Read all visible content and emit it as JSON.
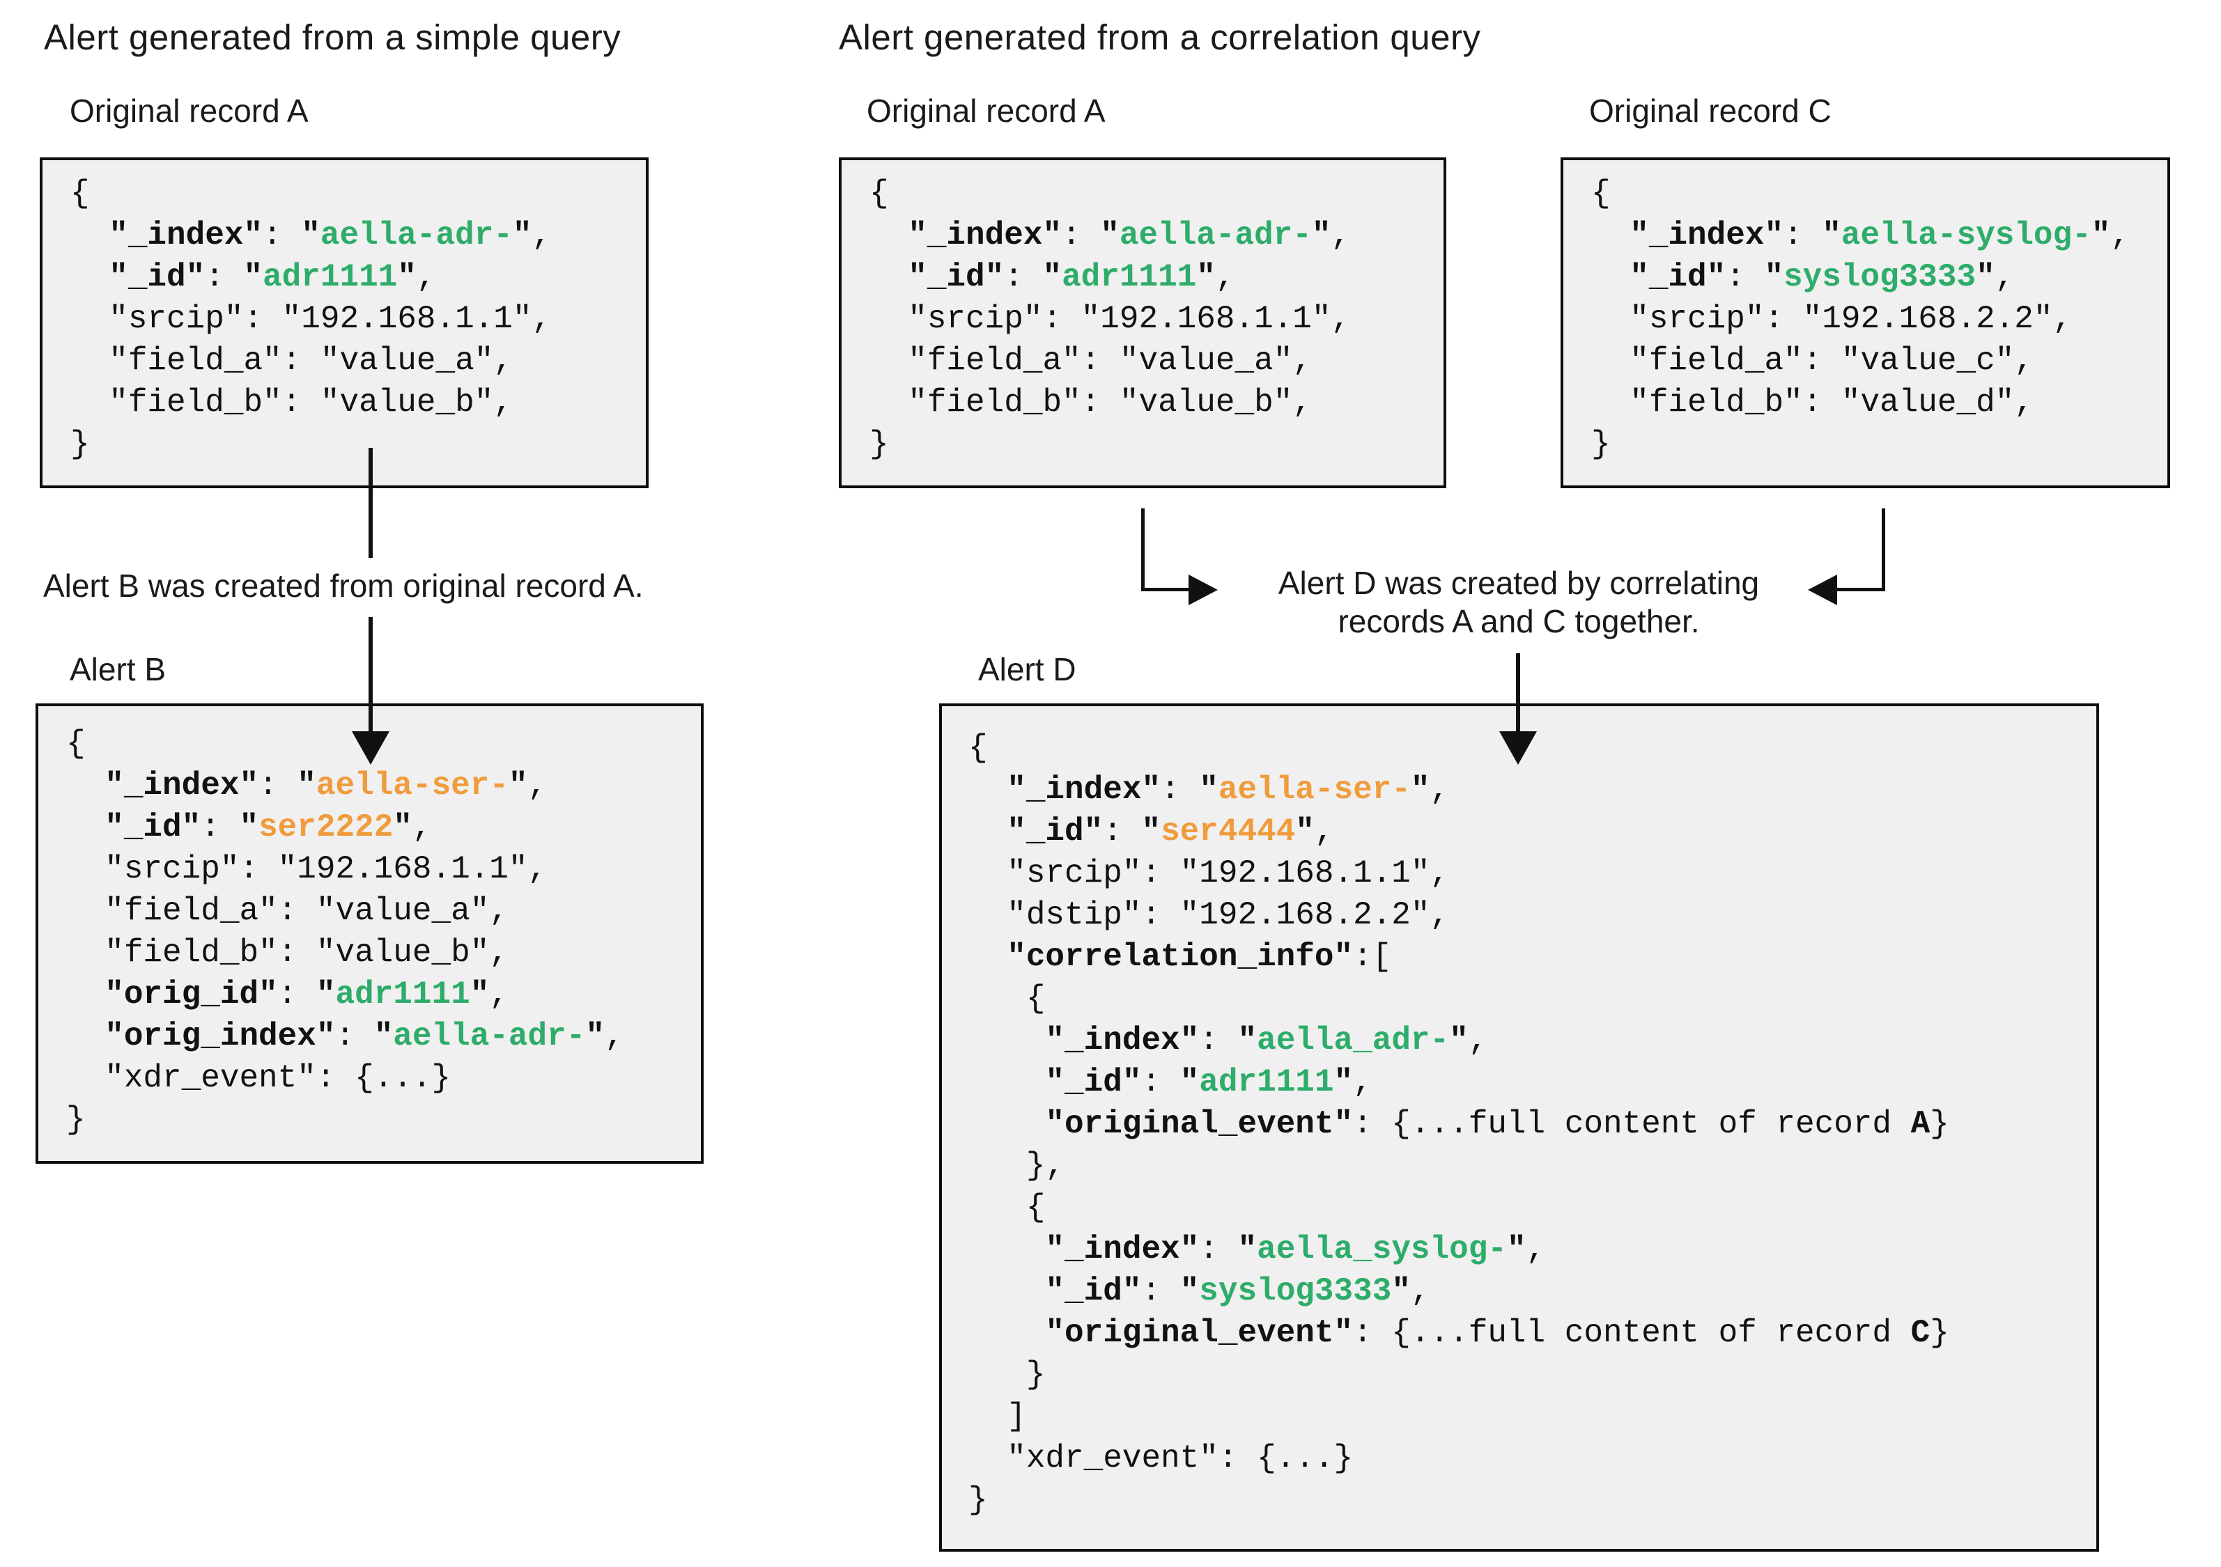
{
  "colors": {
    "green": "#2EAC6A",
    "orange": "#F09C3C",
    "ink": "#111111",
    "caption": "#1A1A1A",
    "box_bg": "#F0F0F0",
    "box_border": "#0D0D0D"
  },
  "left": {
    "title": "Alert generated from a simple query",
    "record_a_label": "Original record A",
    "alert_b_label": "Alert B",
    "caption": "Alert B was created from original record A."
  },
  "right": {
    "title": "Alert generated from a correlation query",
    "record_a_label": "Original record A",
    "record_c_label": "Original record C",
    "alert_d_label": "Alert D",
    "caption": "Alert D was created by correlating\nrecords A and C together."
  },
  "json": {
    "record_a": [
      [
        [
          "p",
          "{"
        ]
      ],
      [
        [
          "k",
          "  \"_index\""
        ],
        [
          "p",
          ": "
        ],
        [
          "k",
          "\""
        ],
        [
          "g",
          "aella-adr-"
        ],
        [
          "k",
          "\""
        ],
        [
          "p",
          ","
        ]
      ],
      [
        [
          "k",
          "  \"_id\""
        ],
        [
          "p",
          ": "
        ],
        [
          "k",
          "\""
        ],
        [
          "g",
          "adr1111"
        ],
        [
          "k",
          "\""
        ],
        [
          "p",
          ","
        ]
      ],
      [
        [
          "p",
          "  \"srcip\": \"192.168.1.1\","
        ]
      ],
      [
        [
          "p",
          "  \"field_a\": \"value_a\","
        ]
      ],
      [
        [
          "p",
          "  \"field_b\": \"value_b\","
        ]
      ],
      [
        [
          "p",
          "}"
        ]
      ]
    ],
    "record_c": [
      [
        [
          "p",
          "{"
        ]
      ],
      [
        [
          "k",
          "  \"_index\""
        ],
        [
          "p",
          ": "
        ],
        [
          "k",
          "\""
        ],
        [
          "g",
          "aella-syslog-"
        ],
        [
          "k",
          "\""
        ],
        [
          "p",
          ","
        ]
      ],
      [
        [
          "k",
          "  \"_id\""
        ],
        [
          "p",
          ": "
        ],
        [
          "k",
          "\""
        ],
        [
          "g",
          "syslog3333"
        ],
        [
          "k",
          "\""
        ],
        [
          "p",
          ","
        ]
      ],
      [
        [
          "p",
          "  \"srcip\": \"192.168.2.2\","
        ]
      ],
      [
        [
          "p",
          "  \"field_a\": \"value_c\","
        ]
      ],
      [
        [
          "p",
          "  \"field_b\": \"value_d\","
        ]
      ],
      [
        [
          "p",
          "}"
        ]
      ]
    ],
    "alert_b": [
      [
        [
          "p",
          "{"
        ]
      ],
      [
        [
          "k",
          "  \"_index\""
        ],
        [
          "p",
          ": "
        ],
        [
          "k",
          "\""
        ],
        [
          "o",
          "aella-ser-"
        ],
        [
          "k",
          "\""
        ],
        [
          "p",
          ","
        ]
      ],
      [
        [
          "k",
          "  \"_id\""
        ],
        [
          "p",
          ": "
        ],
        [
          "k",
          "\""
        ],
        [
          "o",
          "ser2222"
        ],
        [
          "k",
          "\""
        ],
        [
          "p",
          ","
        ]
      ],
      [
        [
          "p",
          "  \"srcip\": \"192.168.1.1\","
        ]
      ],
      [
        [
          "p",
          "  \"field_a\": \"value_a\","
        ]
      ],
      [
        [
          "p",
          "  \"field_b\": \"value_b\","
        ]
      ],
      [
        [
          "k",
          "  \"orig_id\""
        ],
        [
          "p",
          ": "
        ],
        [
          "k",
          "\""
        ],
        [
          "g",
          "adr1111"
        ],
        [
          "k",
          "\""
        ],
        [
          "p",
          ","
        ]
      ],
      [
        [
          "k",
          "  \"orig_index\""
        ],
        [
          "p",
          ": "
        ],
        [
          "k",
          "\""
        ],
        [
          "g",
          "aella-adr-"
        ],
        [
          "k",
          "\""
        ],
        [
          "p",
          ","
        ]
      ],
      [
        [
          "p",
          "  \"xdr_event\": {...}"
        ]
      ],
      [
        [
          "p",
          "}"
        ]
      ]
    ],
    "alert_d": [
      [
        [
          "p",
          "{"
        ]
      ],
      [
        [
          "k",
          "  \"_index\""
        ],
        [
          "p",
          ": "
        ],
        [
          "k",
          "\""
        ],
        [
          "o",
          "aella-ser-"
        ],
        [
          "k",
          "\""
        ],
        [
          "p",
          ","
        ]
      ],
      [
        [
          "k",
          "  \"_id\""
        ],
        [
          "p",
          ": "
        ],
        [
          "k",
          "\""
        ],
        [
          "o",
          "ser4444"
        ],
        [
          "k",
          "\""
        ],
        [
          "p",
          ","
        ]
      ],
      [
        [
          "p",
          "  \"srcip\": \"192.168.1.1\","
        ]
      ],
      [
        [
          "p",
          "  \"dstip\": \"192.168.2.2\","
        ]
      ],
      [
        [
          "k",
          "  \"correlation_info\""
        ],
        [
          "p",
          ":["
        ]
      ],
      [
        [
          "p",
          "   {"
        ]
      ],
      [
        [
          "k",
          "    \"_index\""
        ],
        [
          "p",
          ": "
        ],
        [
          "k",
          "\""
        ],
        [
          "g",
          "aella_adr-"
        ],
        [
          "k",
          "\""
        ],
        [
          "p",
          ","
        ]
      ],
      [
        [
          "k",
          "    \"_id\""
        ],
        [
          "p",
          ": "
        ],
        [
          "k",
          "\""
        ],
        [
          "g",
          "adr1111"
        ],
        [
          "k",
          "\""
        ],
        [
          "p",
          ","
        ]
      ],
      [
        [
          "k",
          "    \"original_event\""
        ],
        [
          "p",
          ": {...full content of record "
        ],
        [
          "k",
          "A"
        ],
        [
          "p",
          "}"
        ]
      ],
      [
        [
          "p",
          "   },"
        ]
      ],
      [
        [
          "p",
          "   {"
        ]
      ],
      [
        [
          "k",
          "    \"_index\""
        ],
        [
          "p",
          ": "
        ],
        [
          "k",
          "\""
        ],
        [
          "g",
          "aella_syslog-"
        ],
        [
          "k",
          "\""
        ],
        [
          "p",
          ","
        ]
      ],
      [
        [
          "k",
          "    \"_id\""
        ],
        [
          "p",
          ": "
        ],
        [
          "k",
          "\""
        ],
        [
          "g",
          "syslog3333"
        ],
        [
          "k",
          "\""
        ],
        [
          "p",
          ","
        ]
      ],
      [
        [
          "k",
          "    \"original_event\""
        ],
        [
          "p",
          ": {...full content of record "
        ],
        [
          "k",
          "C"
        ],
        [
          "p",
          "}"
        ]
      ],
      [
        [
          "p",
          "   }"
        ]
      ],
      [
        [
          "p",
          "  ]"
        ]
      ],
      [
        [
          "p",
          "  \"xdr_event\": {...}"
        ]
      ],
      [
        [
          "p",
          "}"
        ]
      ]
    ]
  }
}
